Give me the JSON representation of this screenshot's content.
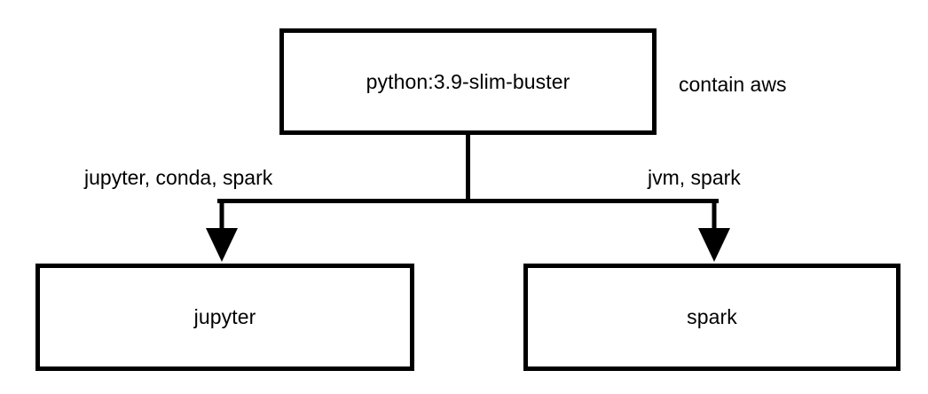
{
  "diagram": {
    "type": "directed-graph",
    "orientation": "top-down",
    "background_color": "#ffffff",
    "stroke_color": "#000000",
    "nodes": [
      {
        "id": "base",
        "label": "python:3.9-slim-buster",
        "role": "root"
      },
      {
        "id": "jupyter",
        "label": "jupyter",
        "role": "leaf"
      },
      {
        "id": "spark",
        "label": "spark",
        "role": "leaf"
      }
    ],
    "edges": [
      {
        "id": "base-to-jupyter",
        "from": "base",
        "to": "jupyter",
        "label": "jupyter, conda, spark",
        "arrow": "filled-triangle"
      },
      {
        "id": "base-to-spark",
        "from": "base",
        "to": "spark",
        "label": "jvm, spark",
        "arrow": "filled-triangle"
      }
    ],
    "annotations": [
      {
        "id": "contain-aws",
        "text": "contain aws",
        "attached_to": "base"
      }
    ]
  }
}
